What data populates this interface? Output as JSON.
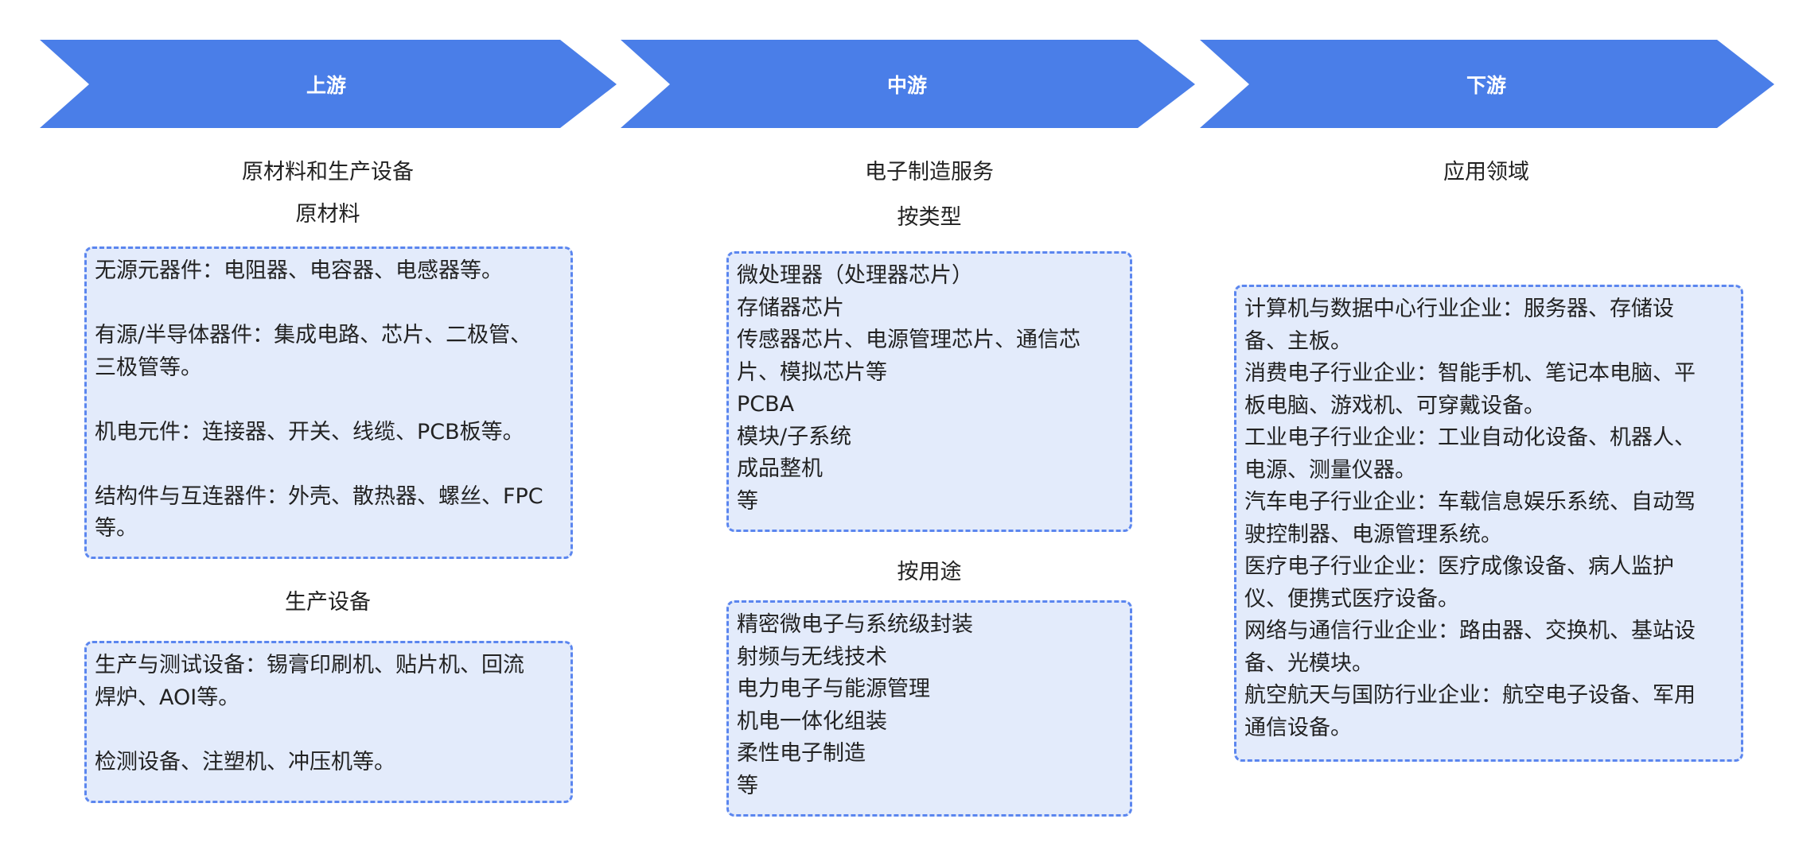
{
  "colors": {
    "arrow": "#4a7ee8",
    "arrow_text": "#ffffff",
    "box_fill": "#e3ebfb",
    "box_border": "#5b86ef"
  },
  "stages": [
    {
      "label": "上游",
      "section_title": "原材料和生产设备"
    },
    {
      "label": "中游",
      "section_title": "电子制造服务"
    },
    {
      "label": "下游",
      "section_title": "应用领域"
    }
  ],
  "upstream": {
    "raw_materials_title": "原材料",
    "raw_materials_lines": [
      "无源元器件：电阻器、电容器、电感器等。",
      "",
      "有源/半导体器件：集成电路、芯片、二极管、",
      "三极管等。",
      "",
      "机电元件：连接器、开关、线缆、PCB板等。",
      "",
      "结构件与互连器件：外壳、散热器、螺丝、FPC",
      "等。"
    ],
    "equipment_title": "生产设备",
    "equipment_lines": [
      "生产与测试设备：锡膏印刷机、贴片机、回流",
      "焊炉、AOI等。",
      "",
      "检测设备、注塑机、冲压机等。"
    ]
  },
  "midstream": {
    "by_type_title": "按类型",
    "by_type_lines": [
      "微处理器（处理器芯片）",
      "存储器芯片",
      "传感器芯片、电源管理芯片、通信芯",
      "片、模拟芯片等",
      "PCBA",
      "模块/子系统",
      "成品整机",
      "等"
    ],
    "by_use_title": "按用途",
    "by_use_lines": [
      "精密微电子与系统级封装",
      "射频与无线技术",
      "电力电子与能源管理",
      "机电一体化组装",
      "柔性电子制造",
      "等"
    ]
  },
  "downstream": {
    "lines": [
      "计算机与数据中心行业企业：服务器、存储设",
      "备、主板。",
      "消费电子行业企业：智能手机、笔记本电脑、平",
      "板电脑、游戏机、可穿戴设备。",
      "工业电子行业企业：工业自动化设备、机器人、",
      "电源、测量仪器。",
      "汽车电子行业企业：车载信息娱乐系统、自动驾",
      "驶控制器、电源管理系统。",
      "医疗电子行业企业：医疗成像设备、病人监护",
      "仪、便携式医疗设备。",
      "网络与通信行业企业：路由器、交换机、基站设",
      "备、光模块。",
      "航空航天与国防行业企业：航空电子设备、军用",
      "通信设备。"
    ]
  }
}
